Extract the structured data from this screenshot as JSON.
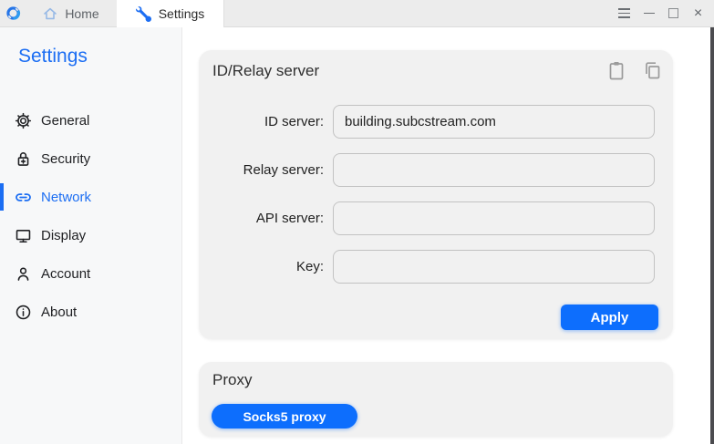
{
  "topbar": {
    "home_tab": "Home",
    "settings_tab": "Settings"
  },
  "window_controls": {
    "menu": "menu",
    "minimize": "minimize",
    "maximize": "maximize",
    "close": "×"
  },
  "sidebar": {
    "title": "Settings",
    "items": [
      {
        "icon": "gear-icon",
        "label": "General",
        "active": false
      },
      {
        "icon": "lock-icon",
        "label": "Security",
        "active": false
      },
      {
        "icon": "link-icon",
        "label": "Network",
        "active": true
      },
      {
        "icon": "monitor-icon",
        "label": "Display",
        "active": false
      },
      {
        "icon": "person-icon",
        "label": "Account",
        "active": false
      },
      {
        "icon": "info-icon",
        "label": "About",
        "active": false
      }
    ]
  },
  "server_card": {
    "title": "ID/Relay server",
    "header_icons": [
      "paste-icon",
      "copy-icon"
    ],
    "fields": [
      {
        "label": "ID server:",
        "value": "building.subcstream.com"
      },
      {
        "label": "Relay server:",
        "value": ""
      },
      {
        "label": "API server:",
        "value": ""
      },
      {
        "label": "Key:",
        "value": ""
      }
    ],
    "apply_label": "Apply"
  },
  "proxy_card": {
    "title": "Proxy",
    "socks5_label": "Socks5 proxy"
  },
  "colors": {
    "accent_blue": "#0d6efd",
    "active_item_blue": "#1c6ef3",
    "card_bg": "#f1f1f1",
    "topbar_bg": "#ececec"
  }
}
